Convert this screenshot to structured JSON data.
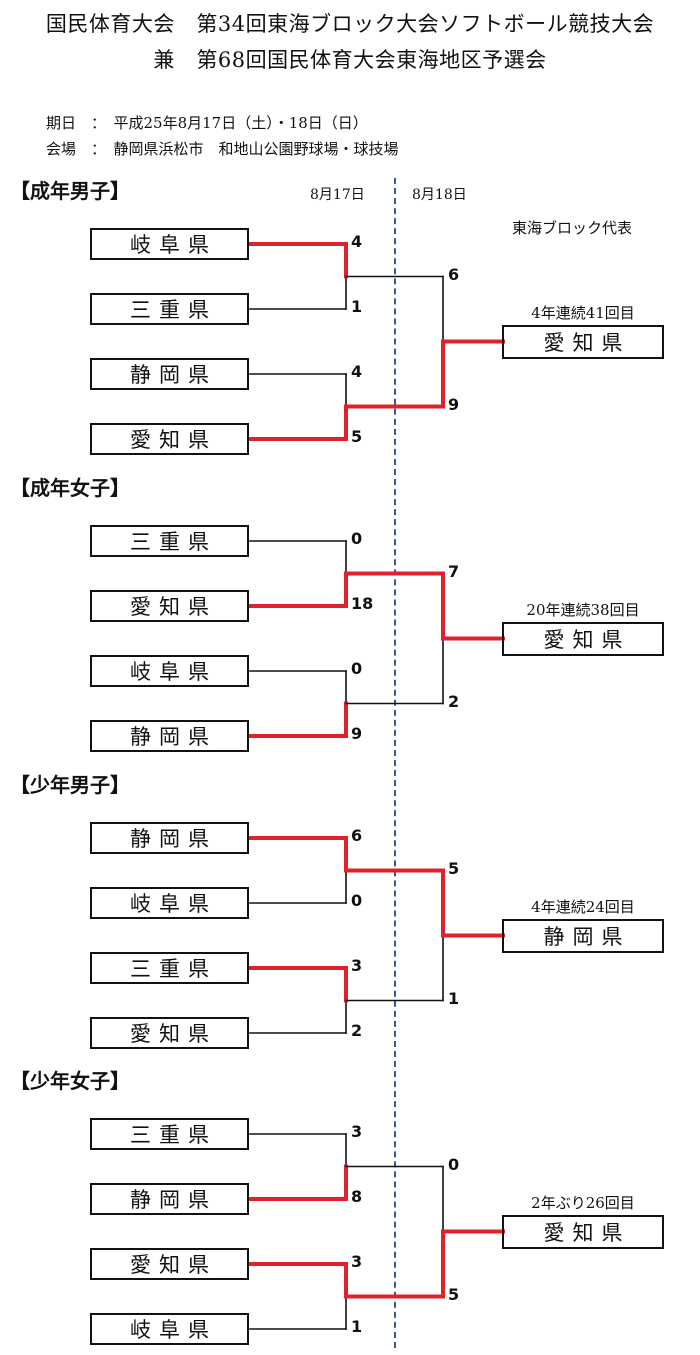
{
  "header": {
    "title_line1": "国民体育大会　第34回東海ブロック大会ソフトボール競技大会",
    "title_line2": "兼　第68回国民体育大会東海地区予選会",
    "period": "期日　：　平成25年8月17日（土）・18日（日）",
    "venue": "会場　：　静岡県浜松市　和地山公園野球場・球技場"
  },
  "dates": {
    "day1": "8月17日",
    "day2": "8月18日"
  },
  "representative_header": "東海ブロック代表",
  "colors": {
    "winner_line": "#e0202a",
    "loser_line": "#111111",
    "day_divider": "#3a5a8a"
  },
  "sections": [
    {
      "category": "【成年男子】",
      "teams": [
        "岐阜県",
        "三重県",
        "静岡県",
        "愛知県"
      ],
      "semi_scores": [
        "4",
        "1",
        "4",
        "5"
      ],
      "final_scores": [
        "6",
        "9"
      ],
      "semi_winners": [
        0,
        1
      ],
      "final_winner": 1,
      "champion": "愛知県",
      "streak": "4年連続41回目"
    },
    {
      "category": "【成年女子】",
      "teams": [
        "三重県",
        "愛知県",
        "岐阜県",
        "静岡県"
      ],
      "semi_scores": [
        "0",
        "18",
        "0",
        "9"
      ],
      "final_scores": [
        "7",
        "2"
      ],
      "semi_winners": [
        1,
        1
      ],
      "final_winner": 0,
      "champion": "愛知県",
      "streak": "20年連続38回目"
    },
    {
      "category": "【少年男子】",
      "teams": [
        "静岡県",
        "岐阜県",
        "三重県",
        "愛知県"
      ],
      "semi_scores": [
        "6",
        "0",
        "3",
        "2"
      ],
      "final_scores": [
        "5",
        "1"
      ],
      "semi_winners": [
        0,
        0
      ],
      "final_winner": 0,
      "champion": "静岡県",
      "streak": "4年連続24回目"
    },
    {
      "category": "【少年女子】",
      "teams": [
        "三重県",
        "静岡県",
        "愛知県",
        "岐阜県"
      ],
      "semi_scores": [
        "3",
        "8",
        "3",
        "1"
      ],
      "final_scores": [
        "0",
        "5"
      ],
      "semi_winners": [
        1,
        0
      ],
      "final_winner": 1,
      "champion": "愛知県",
      "streak": "2年ぶり26回目"
    }
  ]
}
